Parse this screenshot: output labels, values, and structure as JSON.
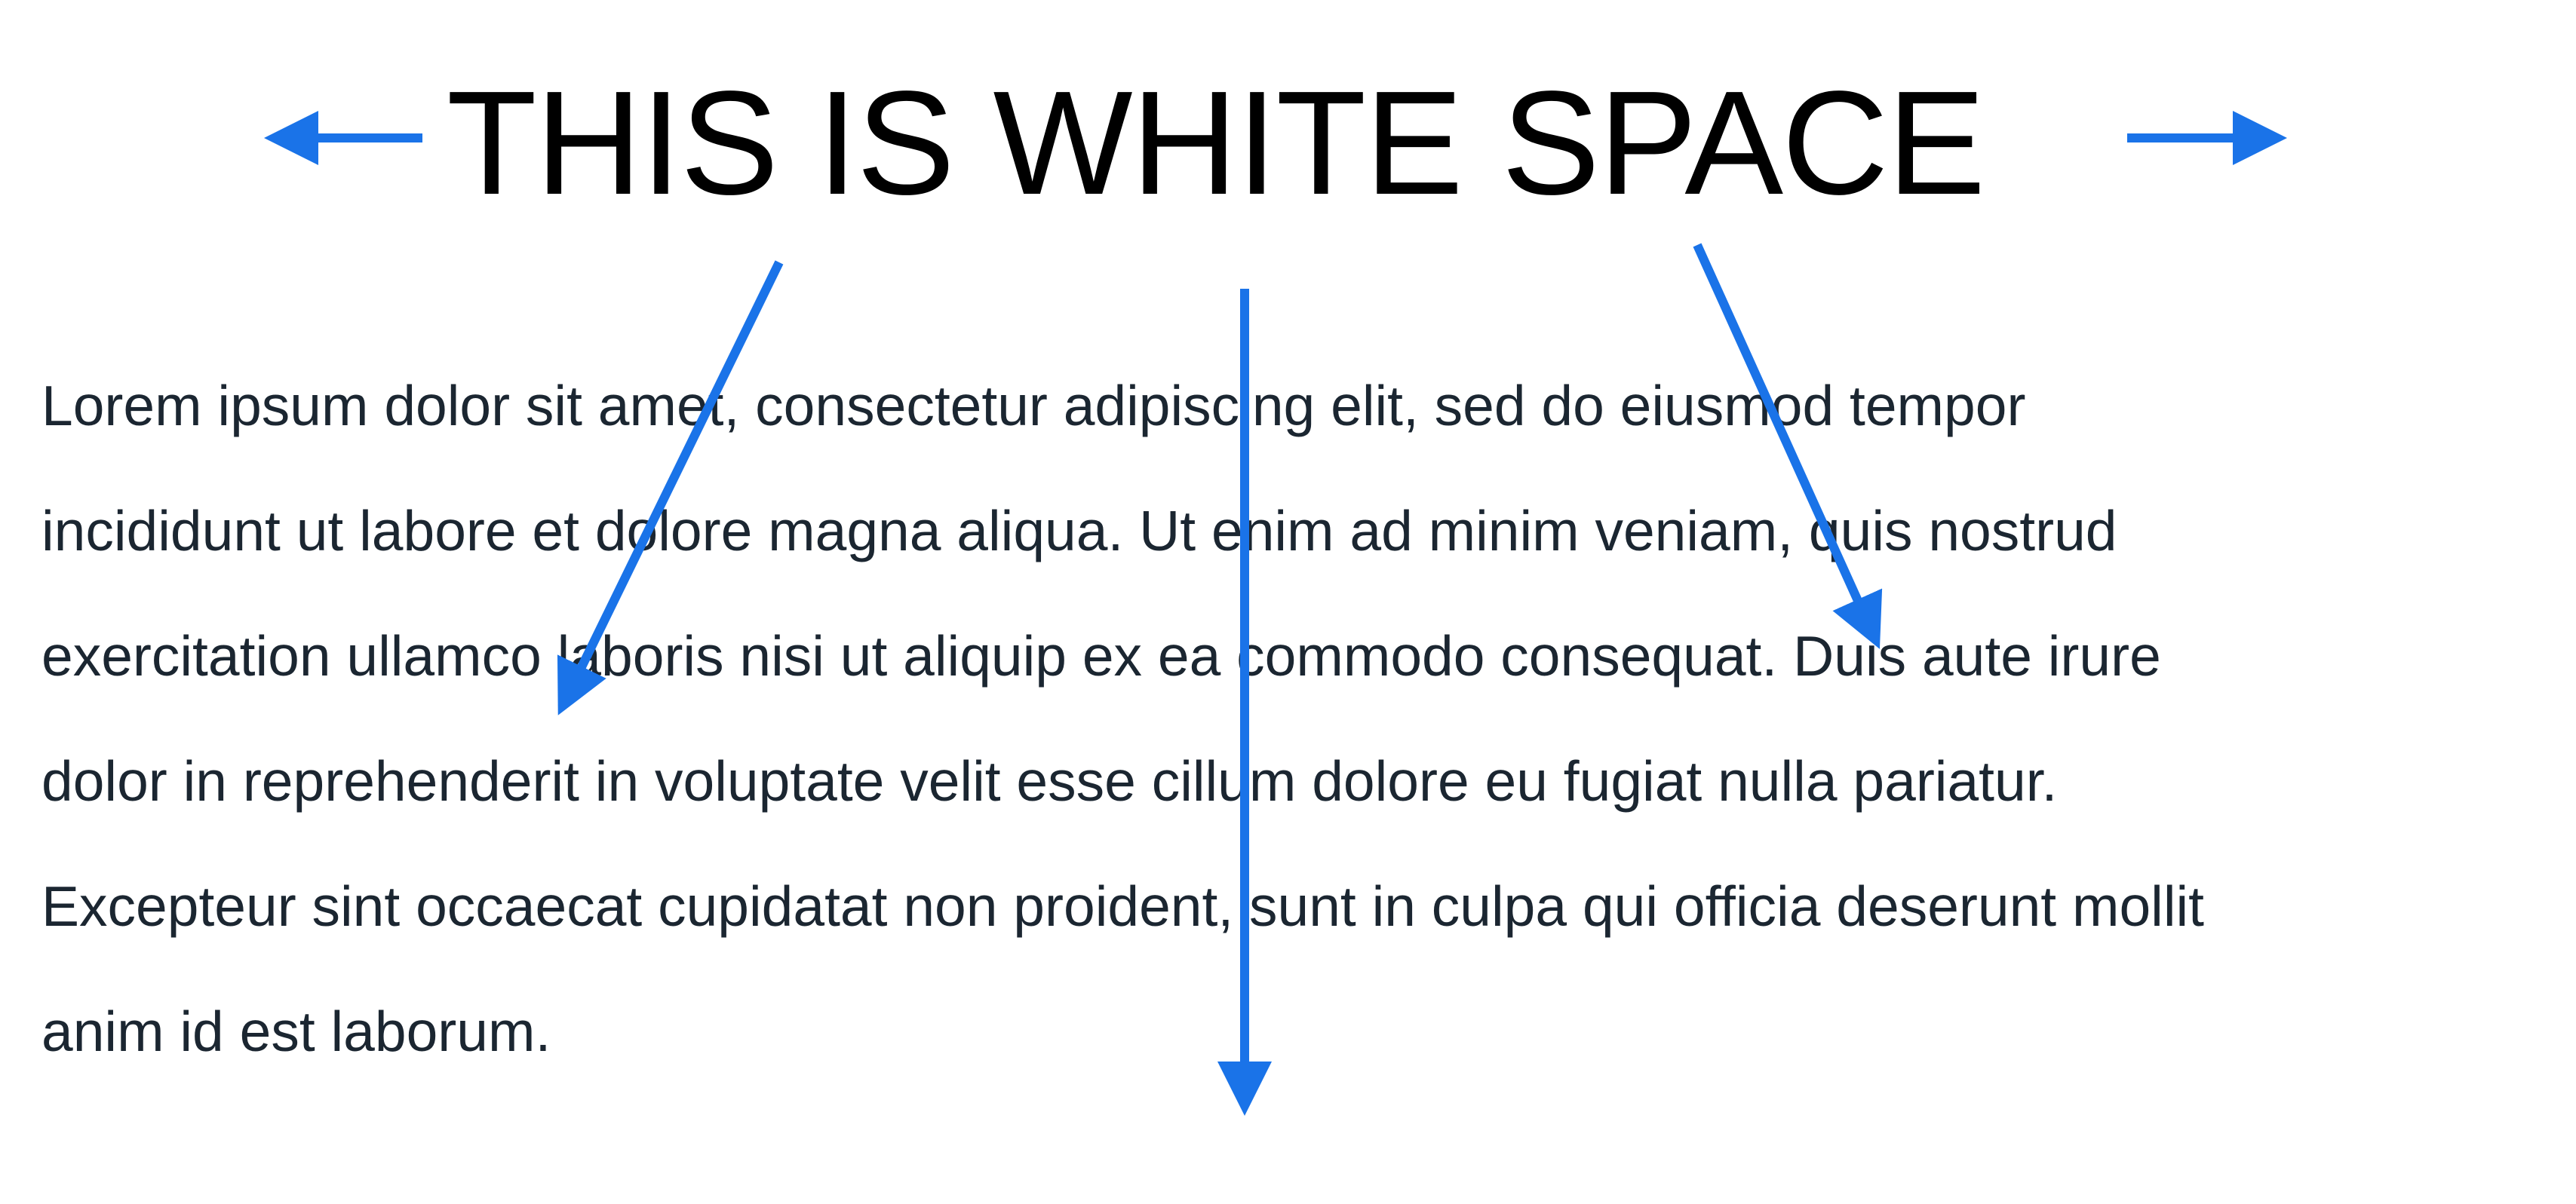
{
  "title": "THIS IS WHITE SPACE",
  "body_lines": [
    "Lorem ipsum dolor sit amet, consectetur adipiscing elit, sed do eiusmod tempor",
    "incididunt ut labore et dolore magna aliqua. Ut enim ad minim veniam, quis nostrud",
    "exercitation ullamco laboris nisi ut aliquip ex ea commodo consequat. Duis aute irure",
    "dolor in reprehenderit in voluptate velit esse cillum dolore eu fugiat nulla pariatur.",
    "Excepteur sint occaecat cupidatat non proident, sunt in culpa qui officia deserunt mollit",
    "anim id est laborum."
  ],
  "colors": {
    "arrow": "#1a73e8",
    "title": "#000000",
    "body": "#1b2631",
    "background": "#ffffff"
  },
  "icons": [
    "arrow-left-icon",
    "arrow-right-icon",
    "arrow-down-left-icon",
    "arrow-down-icon",
    "arrow-down-right-icon"
  ]
}
